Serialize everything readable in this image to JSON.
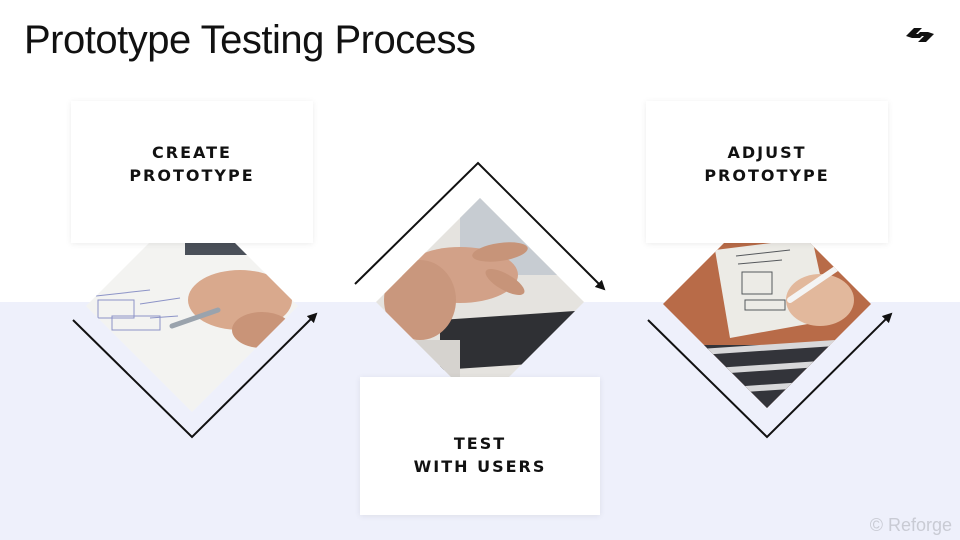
{
  "title": "Prototype Testing Process",
  "steps": [
    {
      "line1": "CREATE",
      "line2": "PROTOTYPE",
      "photo": "hand-writing-wireframe-photo"
    },
    {
      "line1": "TEST",
      "line2": "WITH USERS",
      "photo": "hand-typing-laptop-photo"
    },
    {
      "line1": "ADJUST",
      "line2": "PROTOTYPE",
      "photo": "hand-sketching-tablet-photo"
    }
  ],
  "footer": {
    "copyright": "© Reforge"
  },
  "colors": {
    "band": "#eef0fb",
    "text": "#111111",
    "arrow": "#111111"
  }
}
